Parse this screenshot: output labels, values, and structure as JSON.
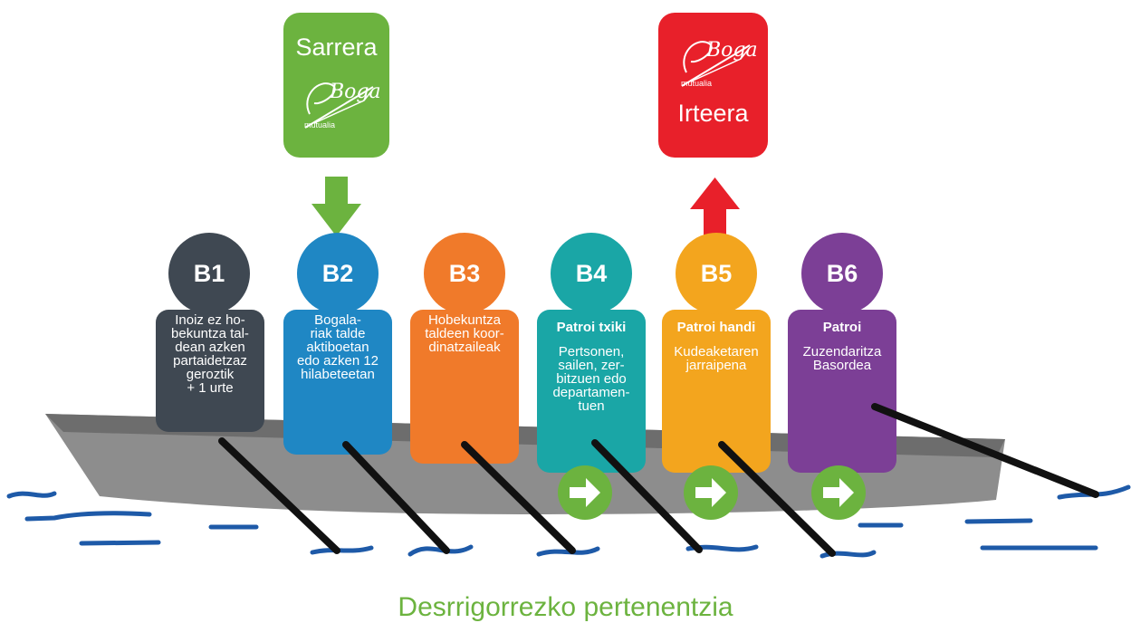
{
  "entry": {
    "label": "Sarrera",
    "logo": "Boga",
    "logo_sub": "mutualia",
    "color": "#6cb33f"
  },
  "exit": {
    "label": "Irteera",
    "logo": "Boga",
    "logo_sub": "mutualia",
    "color": "#e8202a"
  },
  "rowers": [
    {
      "id": "B1",
      "title": "",
      "desc": "Inoiz ez ho-\nbekuntza tal-\ndean azken\npartaidetzaz\ngeroztik\n+ 1 urte",
      "color": "#3f4852"
    },
    {
      "id": "B2",
      "title": "",
      "desc": "Bogala-\nriak talde\naktiboetan\nedo azken 12\nhilabeteetan",
      "color": "#1f87c4"
    },
    {
      "id": "B3",
      "title": "",
      "desc": "Hobekuntza\ntaldeen koor-\ndinatzaileak",
      "color": "#f07a2a"
    },
    {
      "id": "B4",
      "title": "Patroi txiki",
      "desc": "Pertsonen,\nsailen, zer-\nbitzuen edo\ndepartamen-\ntuen",
      "color": "#1aa6a6"
    },
    {
      "id": "B5",
      "title": "Patroi handi",
      "desc": "Kudeaketaren\njarraipena",
      "color": "#f3a51e"
    },
    {
      "id": "B6",
      "title": "Patroi",
      "desc": "Zuzendaritza\nBasordea",
      "color": "#7c3f96"
    }
  ],
  "footer": "Desrrigorrezko pertenentzia",
  "colors": {
    "boat": "#8d8d8d",
    "boat_top": "#6d6d6d",
    "water": "#1e5aa8",
    "oar": "#111111",
    "arrow_circle": "#6cb33f"
  },
  "icons": {
    "down_arrow": "arrow-down-icon",
    "up_arrow": "arrow-up-icon",
    "advance": "arrow-right-icon"
  }
}
